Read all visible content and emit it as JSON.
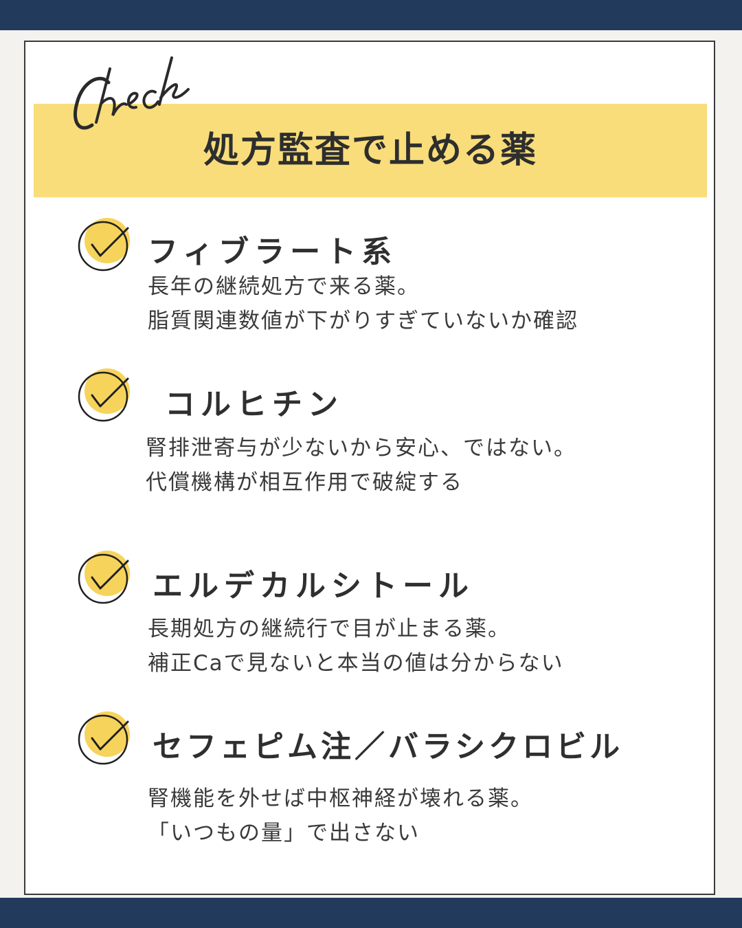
{
  "check_script": "Check",
  "title": "処方監査で止める薬",
  "items": [
    {
      "title": "フィブラート系",
      "line1": "長年の継続処方で来る薬。",
      "line2": "脂質関連数値が下がりすぎていないか確認"
    },
    {
      "title": "コルヒチン",
      "line1": "腎排泄寄与が少ないから安心、ではない。",
      "line2": "代償機構が相互作用で破綻する"
    },
    {
      "title": "エルデカルシトール",
      "line1": "長期処方の継続行で目が止まる薬。",
      "line2": "補正Caで見ないと本当の値は分からない"
    },
    {
      "title": "セフェピム注／バラシクロビル",
      "line1": "腎機能を外せば中枢神経が壊れる薬。",
      "line2": "「いつもの量」で出さない"
    }
  ],
  "colors": {
    "navy": "#223a5c",
    "yellow": "#f9dd7a",
    "check_fill": "#f6d35b"
  },
  "icons": {
    "check": "checkmark-circle-icon"
  }
}
